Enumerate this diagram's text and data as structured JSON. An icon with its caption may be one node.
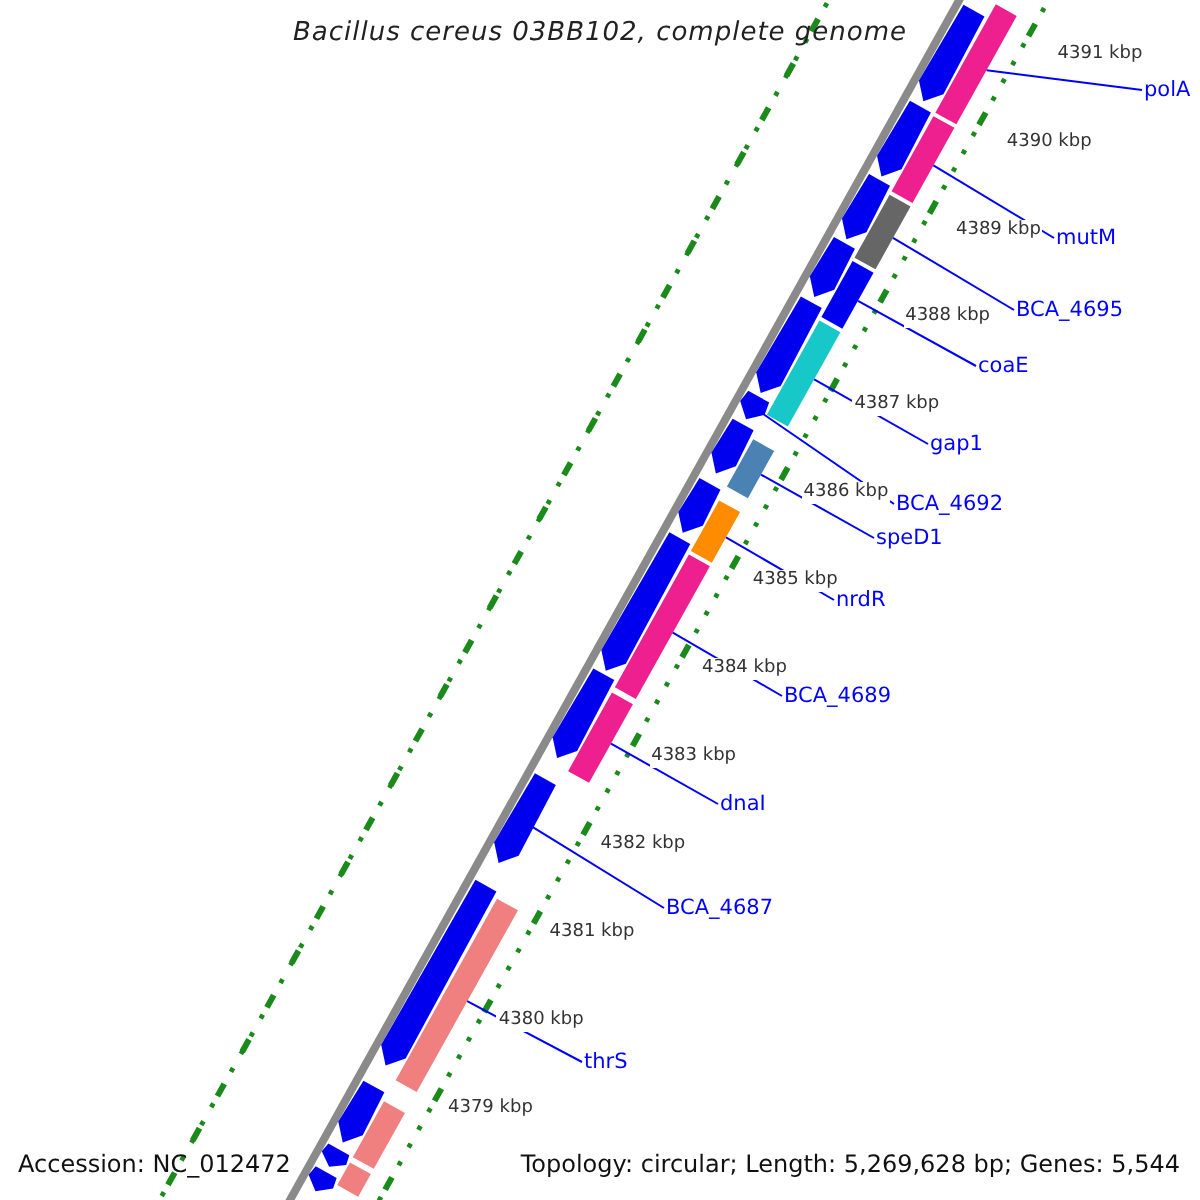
{
  "diagram": {
    "title": "Bacillus cereus 03BB102, complete genome",
    "nodes": [
      {
        "text": [
          "polA"
        ]
      },
      {
        "text": [
          "mutM"
        ]
      },
      {
        "text": [
          "BCA_4695"
        ]
      },
      {
        "text": [
          "coaE"
        ]
      },
      {
        "text": [
          "gap1"
        ]
      },
      {
        "text": [
          "BCA_4692"
        ]
      },
      {
        "text": [
          "speD1"
        ]
      },
      {
        "text": [
          "nrdR"
        ]
      },
      {
        "text": [
          "BCA_4689"
        ]
      },
      {
        "text": [
          "dnaI"
        ]
      },
      {
        "text": [
          "BCA_4687"
        ]
      },
      {
        "text": [
          "thrS"
        ]
      },
      {
        "text": [],
        "shape": "arrow"
      },
      {
        "text": [],
        "shape": "bar"
      },
      {
        "text": [],
        "shape": "arrow"
      },
      {
        "text": [],
        "shape": "bar"
      },
      {
        "text": [],
        "shape": "arrow"
      },
      {
        "text": [],
        "shape": "bar"
      },
      {
        "text": [],
        "shape": "arrow"
      },
      {
        "text": [],
        "shape": "bar"
      },
      {
        "text": [],
        "shape": "arrow"
      },
      {
        "text": [],
        "shape": "bar"
      },
      {
        "text": [],
        "shape": "arrow"
      },
      {
        "text": [],
        "shape": "arrow"
      },
      {
        "text": [],
        "shape": "bar"
      },
      {
        "text": [],
        "shape": "arrow"
      },
      {
        "text": [],
        "shape": "bar"
      },
      {
        "text": [],
        "shape": "arrow"
      },
      {
        "text": [],
        "shape": "bar"
      },
      {
        "text": [],
        "shape": "arrow"
      },
      {
        "text": [],
        "shape": "bar"
      },
      {
        "text": [],
        "shape": "arrow"
      },
      {
        "text": [],
        "shape": "arrow"
      },
      {
        "text": [],
        "shape": "bar"
      },
      {
        "text": [],
        "shape": "arrow"
      },
      {
        "text": [],
        "shape": "bar"
      },
      {
        "text": [],
        "shape": "arrow"
      },
      {
        "text": [],
        "shape": "bar"
      },
      {
        "text": [],
        "shape": "arrow"
      }
    ],
    "edges": [
      {
        "from": 0,
        "to": 13,
        "arrow": "none"
      },
      {
        "from": 1,
        "to": 15,
        "arrow": "none"
      },
      {
        "from": 2,
        "to": 17,
        "arrow": "none"
      },
      {
        "from": 3,
        "to": 19,
        "arrow": "none"
      },
      {
        "from": 4,
        "to": 21,
        "arrow": "none"
      },
      {
        "from": 5,
        "to": 22,
        "arrow": "none"
      },
      {
        "from": 6,
        "to": 24,
        "arrow": "none"
      },
      {
        "from": 7,
        "to": 26,
        "arrow": "none"
      },
      {
        "from": 8,
        "to": 28,
        "arrow": "none"
      },
      {
        "from": 9,
        "to": 30,
        "arrow": "none"
      },
      {
        "from": 10,
        "to": 31,
        "arrow": "none"
      },
      {
        "from": 11,
        "to": 33,
        "arrow": "none"
      }
    ],
    "labels": [
      "4391 kbp",
      "4390 kbp",
      "4389 kbp",
      "4388 kbp",
      "4387 kbp",
      "4386 kbp",
      "4385 kbp",
      "4384 kbp",
      "4383 kbp",
      "4382 kbp",
      "4381 kbp",
      "4380 kbp",
      "4379 kbp",
      "Accession: NC_012472",
      "Topology: circular; Length: 5,269,628 bp; Genes: 5,544"
    ]
  }
}
